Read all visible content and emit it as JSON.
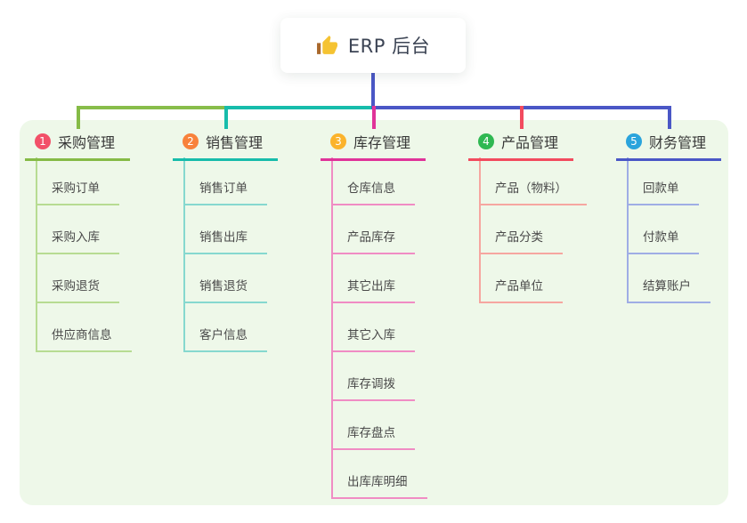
{
  "root": {
    "label": "ERP 后台",
    "icon": "thumbs-up"
  },
  "panel_color": "#eef8e9",
  "connector_colors": {
    "trunk": "#4a57c6",
    "bar_left": "#88bd4a",
    "bar_mid": "#17bcab",
    "bar_right": "#4a57c6"
  },
  "icon_colors": {
    "thumb_hand": "#f5c332",
    "thumb_sleeve": "#a9682c"
  },
  "branches": [
    {
      "badge": "1",
      "title": "采购管理",
      "badge_color": "#f25068",
      "line_color": "#85bb46",
      "light_color": "#b7dc92",
      "children": [
        "采购订单",
        "采购入库",
        "采购退货",
        "供应商信息"
      ]
    },
    {
      "badge": "2",
      "title": "销售管理",
      "badge_color": "#f8823b",
      "line_color": "#17bcab",
      "light_color": "#86d8cf",
      "children": [
        "销售订单",
        "销售出库",
        "销售退货",
        "客户信息"
      ]
    },
    {
      "badge": "3",
      "title": "库存管理",
      "badge_color": "#fbb32b",
      "line_color": "#e03399",
      "light_color": "#f08cc4",
      "children": [
        "仓库信息",
        "产品库存",
        "其它出库",
        "其它入库",
        "库存调拨",
        "库存盘点",
        "出库库明细"
      ]
    },
    {
      "badge": "4",
      "title": "产品管理",
      "badge_color": "#2fb852",
      "line_color": "#f24b5e",
      "light_color": "#f6a6a0",
      "children": [
        "产品（物料）",
        "产品分类",
        "产品单位"
      ]
    },
    {
      "badge": "5",
      "title": "财务管理",
      "badge_color": "#2aa4dc",
      "line_color": "#4a57c6",
      "light_color": "#9fade5",
      "children": [
        "回款单",
        "付款单",
        "结算账户"
      ]
    }
  ]
}
